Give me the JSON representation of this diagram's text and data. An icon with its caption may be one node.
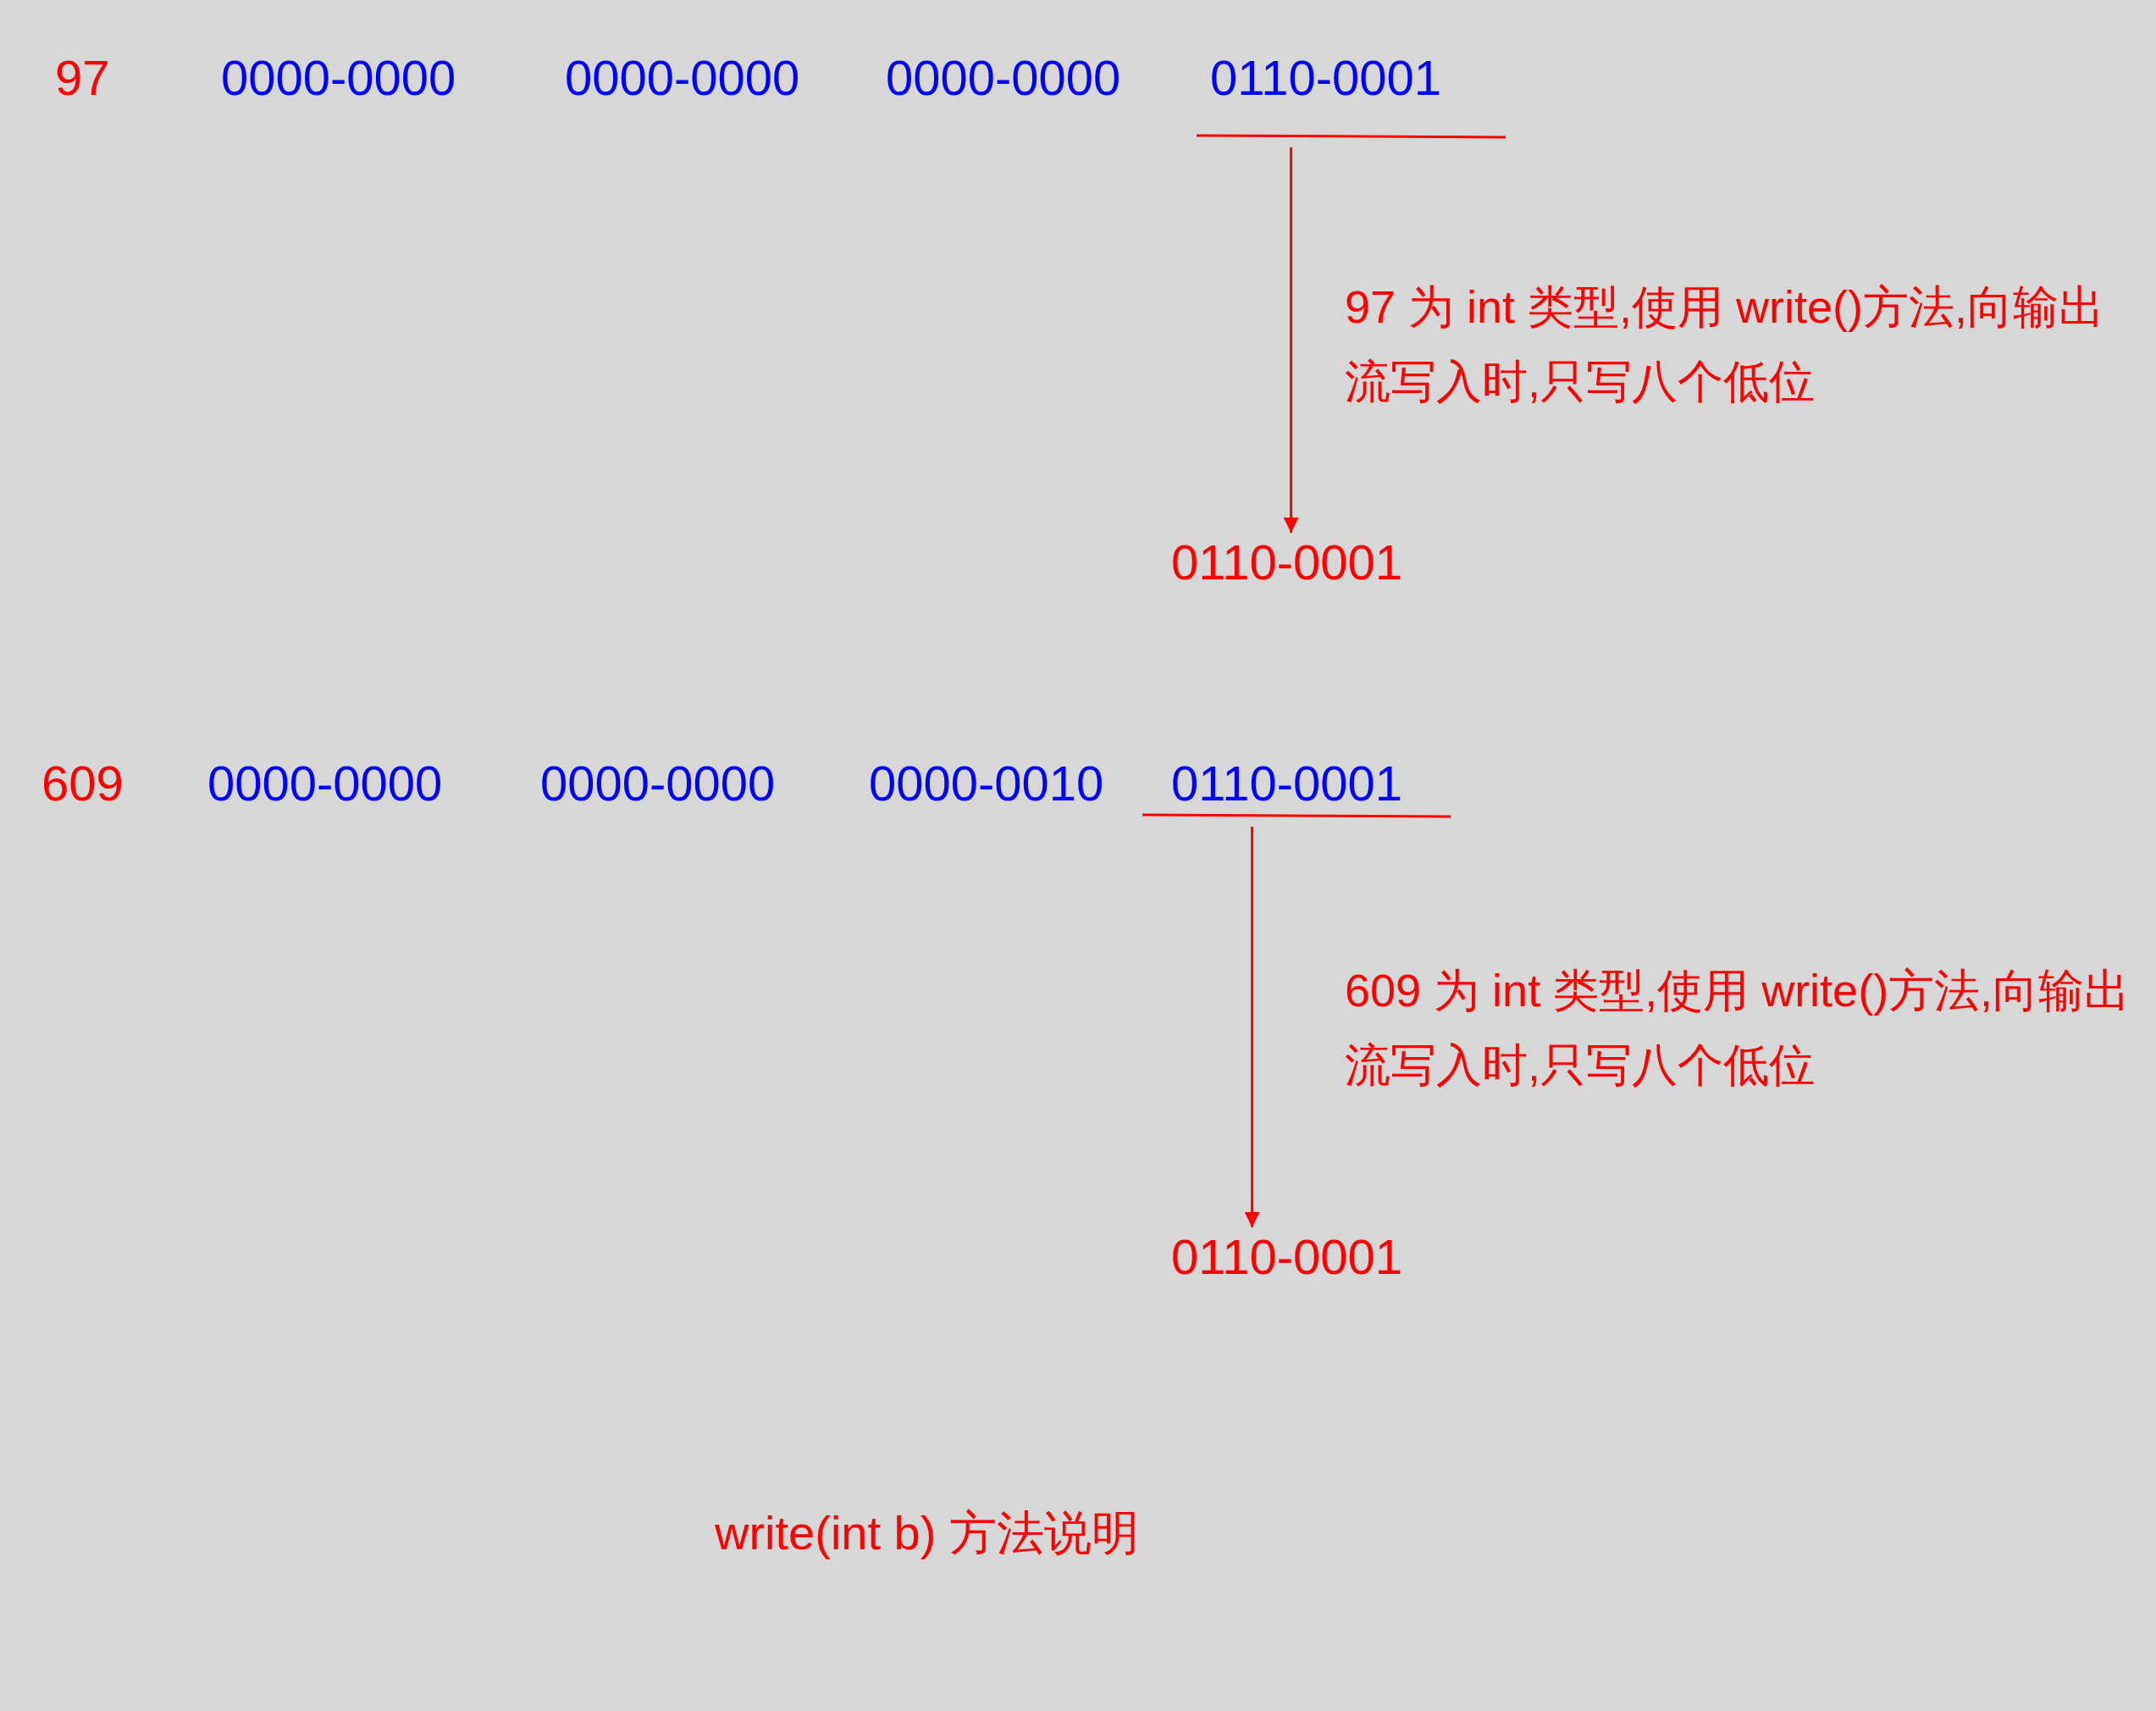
{
  "diagram": {
    "caption": "write(int b) 方法说明",
    "nodes": [
      {
        "text": [
          "0110-0001"
        ]
      },
      {
        "text": [
          "0110-0001"
        ]
      },
      {
        "text": [
          "0110-0001"
        ]
      },
      {
        "text": [
          "0110-0001"
        ]
      }
    ],
    "edges": [
      {
        "from": 0,
        "to": 1,
        "arrow": "to",
        "label": "97 为 int 类型,使用 write()方法,向输出流写入时,只写八个低位"
      },
      {
        "from": 2,
        "to": 3,
        "arrow": "to",
        "label": "609 为 int 类型,使用 write()方法,向输出流写入时,只写八个低位"
      }
    ],
    "labels": [
      "97",
      "0000-0000",
      "0000-0000",
      "0000-0000",
      "609",
      "0000-0000",
      "0000-0000",
      "0000-0010"
    ]
  }
}
